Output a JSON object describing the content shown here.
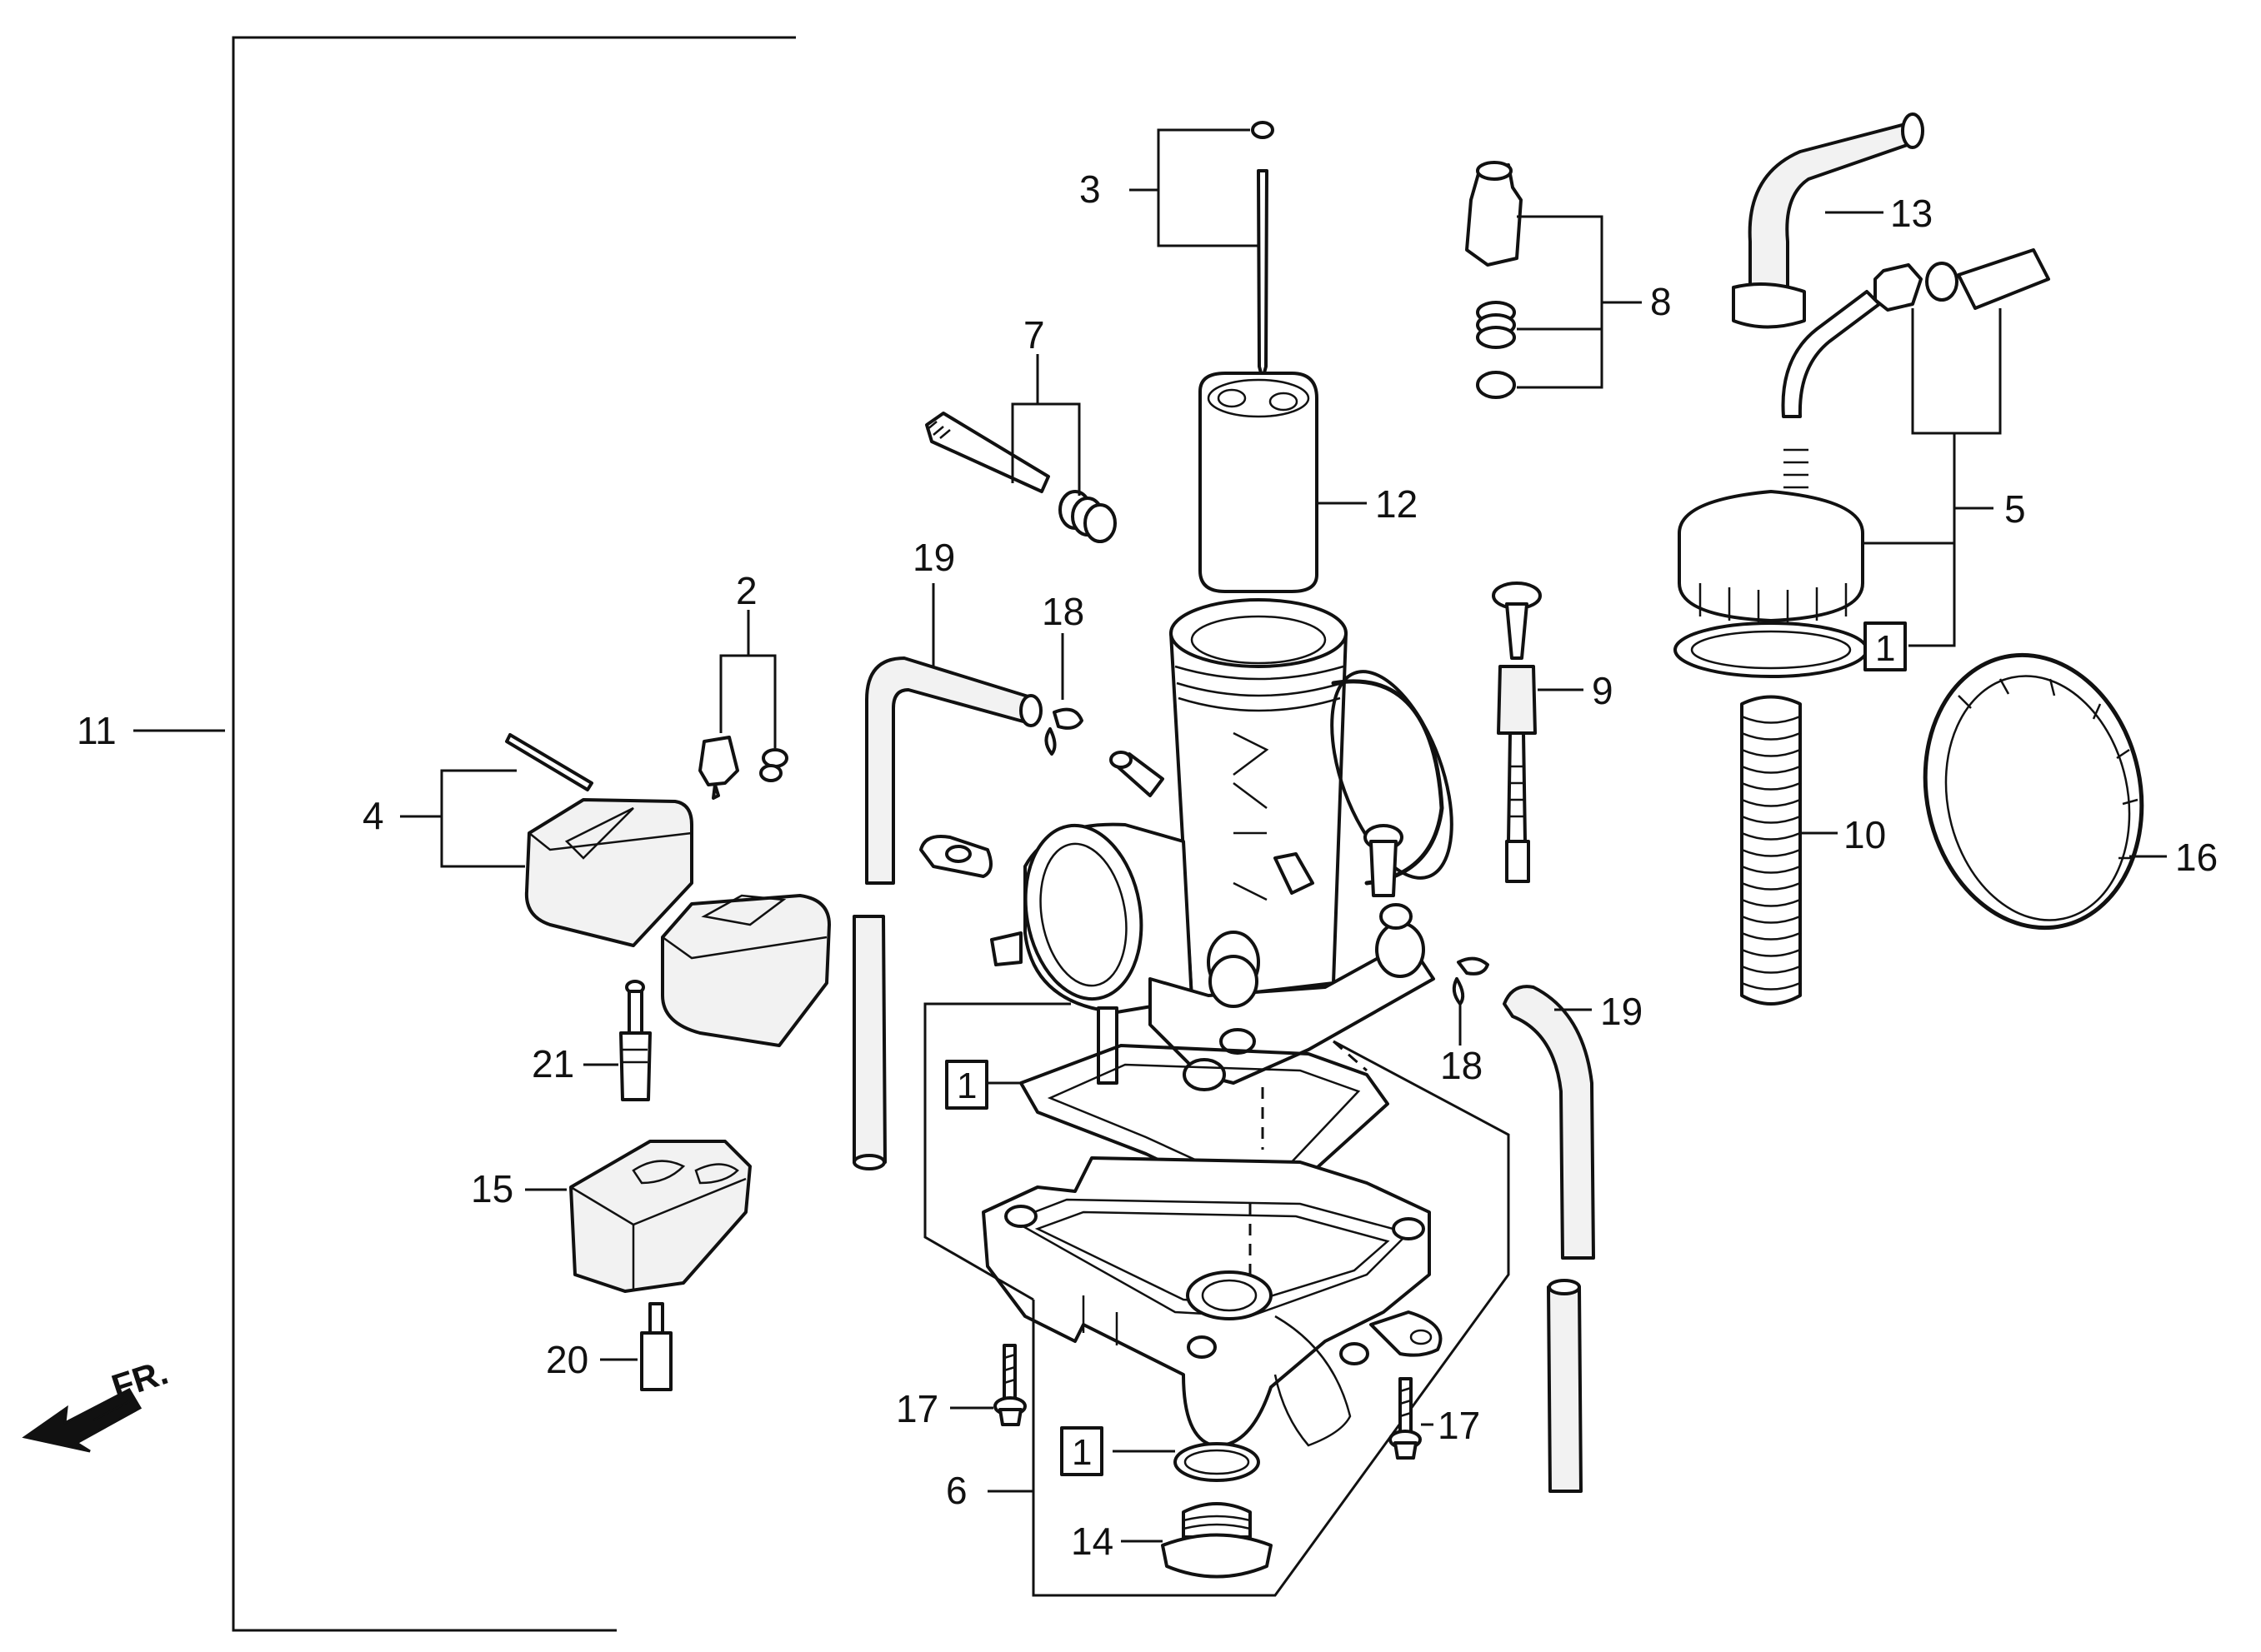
{
  "callouts": {
    "c1a": "1",
    "c1b": "1",
    "c1c": "1",
    "c2": "2",
    "c3": "3",
    "c4": "4",
    "c5": "5",
    "c6": "6",
    "c7": "7",
    "c8": "8",
    "c9": "9",
    "c10": "10",
    "c11": "11",
    "c12": "12",
    "c13": "13",
    "c14": "14",
    "c15": "15",
    "c16": "16",
    "c17a": "17",
    "c17b": "17",
    "c18a": "18",
    "c18b": "18",
    "c19a": "19",
    "c19b": "19",
    "c20": "20",
    "c21": "21"
  },
  "front_indicator": "FR.",
  "icons": {
    "front_arrow": "arrow-left-down-icon"
  },
  "colors": {
    "ink": "#111111",
    "paper": "#ffffff"
  }
}
